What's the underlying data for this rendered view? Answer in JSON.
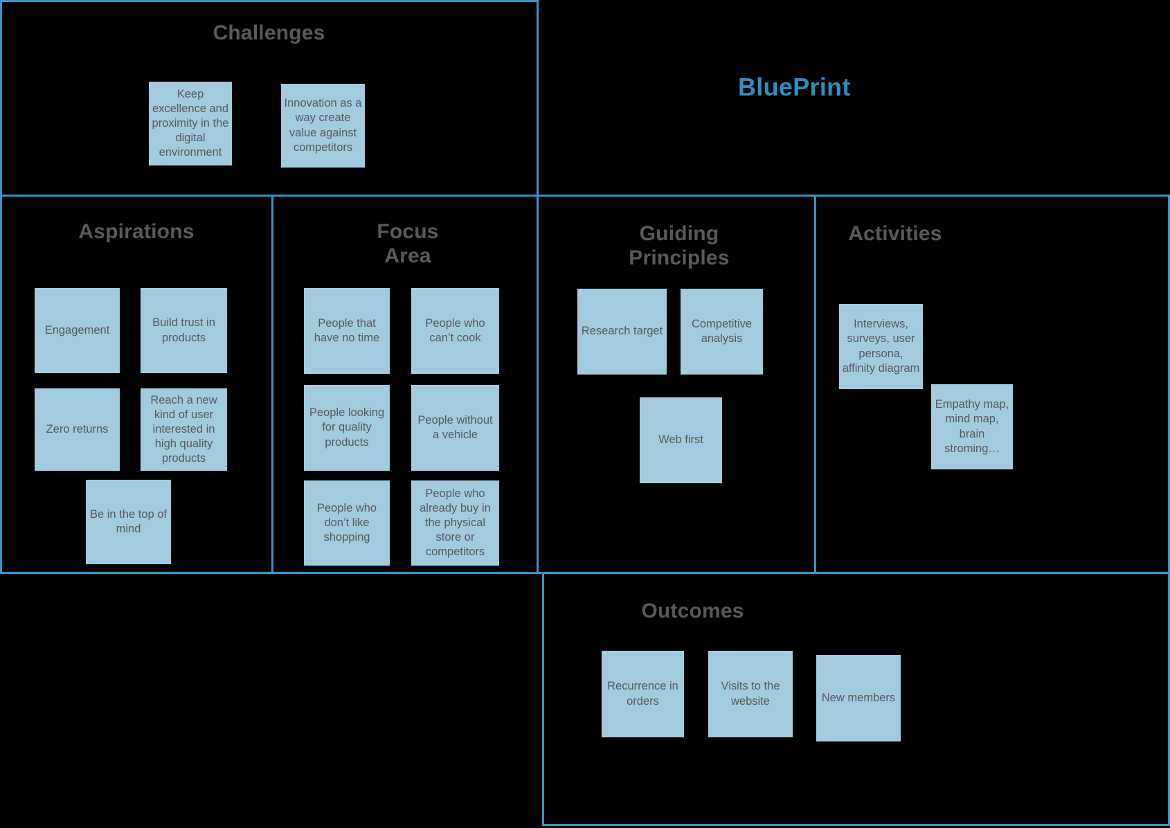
{
  "brand": {
    "title": "BluePrint",
    "color": "#2f8ec0"
  },
  "theme": {
    "background": "#000000",
    "rule_color": "#3b93c4",
    "note_fill": "#a2cbdd",
    "note_text": "#58595b",
    "heading_text": "#595959"
  },
  "panels": {
    "challenges": {
      "title": "Challenges",
      "notes": [
        {
          "text": "Keep excellence and proximity in the digital environment"
        },
        {
          "text": "Innovation as a way create value against competitors"
        }
      ]
    },
    "aspirations": {
      "title": "Aspirations",
      "notes": [
        {
          "text": "Engagement"
        },
        {
          "text": "Build trust in products"
        },
        {
          "text": "Zero returns"
        },
        {
          "text": "Reach a new kind of user interested in high quality products"
        },
        {
          "text": "Be in the top of mind"
        }
      ]
    },
    "focus_area": {
      "title": "Focus\nArea",
      "notes": [
        {
          "text": "People that have no time"
        },
        {
          "text": "People who can’t cook"
        },
        {
          "text": "People looking for quality products"
        },
        {
          "text": "People without a vehicle"
        },
        {
          "text": "People who don’t like shopping"
        },
        {
          "text": "People who already buy in the physical store or competitors"
        }
      ]
    },
    "guiding_principles": {
      "title": "Guiding\nPrinciples",
      "notes": [
        {
          "text": "Research target"
        },
        {
          "text": "Competitive analysis"
        },
        {
          "text": "Web first"
        }
      ]
    },
    "activities": {
      "title": "Activities",
      "notes": [
        {
          "text": "Interviews, surveys, user persona, affinity diagram"
        },
        {
          "text": "Empathy map, mind map, brain stroming…"
        }
      ]
    },
    "outcomes": {
      "title": "Outcomes",
      "notes": [
        {
          "text": "Recurrence in orders"
        },
        {
          "text": "Visits to the website"
        },
        {
          "text": "New members"
        }
      ]
    }
  }
}
